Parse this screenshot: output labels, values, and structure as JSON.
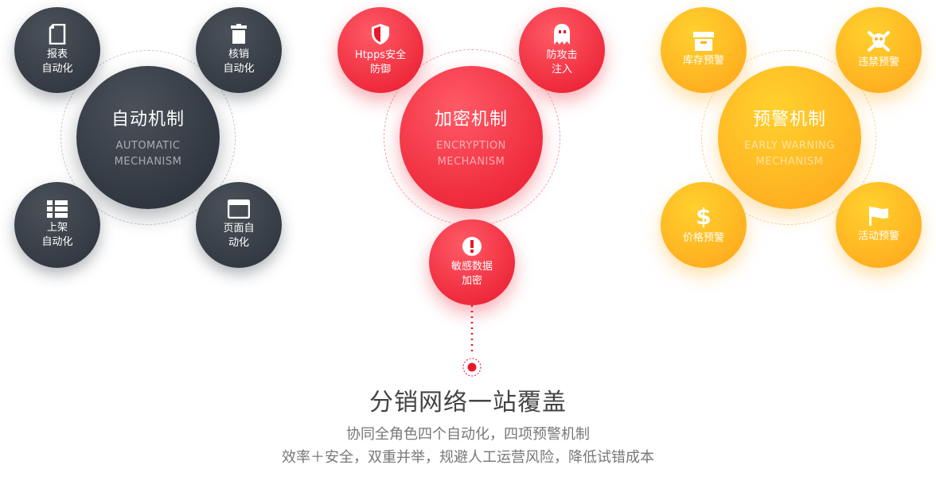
{
  "groups": {
    "auto": {
      "title": "自动机制",
      "sub1": "AUTOMATIC",
      "sub2": "MECHANISM",
      "items": [
        {
          "line1": "报表",
          "line2": "自动化",
          "icon": "file-icon"
        },
        {
          "line1": "核销",
          "line2": "自动化",
          "icon": "trash-icon"
        },
        {
          "line1": "上架",
          "line2": "自动化",
          "icon": "list-icon"
        },
        {
          "line1": "页面自",
          "line2": "动化",
          "icon": "browser-window-icon"
        }
      ]
    },
    "encrypt": {
      "title": "加密机制",
      "sub1": "ENCRYPTION",
      "sub2": "MECHANISM",
      "items": [
        {
          "line1": "Htpps安全",
          "line2": "防御",
          "icon": "shield-icon"
        },
        {
          "line1": "防攻击",
          "line2": "注入",
          "icon": "ghost-icon"
        },
        {
          "line1": "敏感数据",
          "line2": "加密",
          "icon": "alert-icon"
        }
      ]
    },
    "warning": {
      "title": "预警机制",
      "sub1": "EARLY WARNING",
      "sub2": "MECHANISM",
      "items": [
        {
          "line1": "库存预警",
          "icon": "archive-box-icon"
        },
        {
          "line1": "违禁预警",
          "icon": "skull-crossbones-icon"
        },
        {
          "line1": "价格预警",
          "icon": "dollar-icon"
        },
        {
          "line1": "活动预警",
          "icon": "flag-icon"
        }
      ]
    }
  },
  "footer": {
    "heading": "分销网络一站覆盖",
    "line1": "协同全角色四个自动化，四项预警机制",
    "line2": "效率＋安全，双重并举，规避人工运营风险，降低试错成本"
  },
  "colors": {
    "dark": "#2c323b",
    "red": "#e8182c",
    "yellow": "#ffa41b"
  }
}
